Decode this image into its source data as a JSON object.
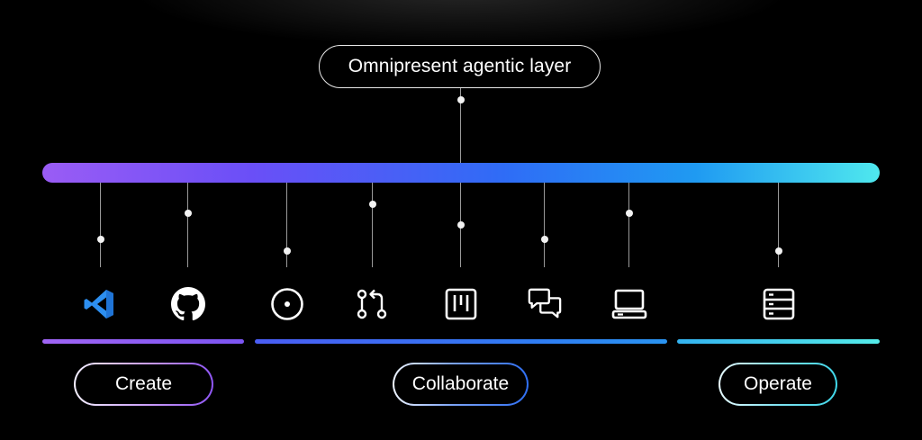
{
  "layer_label": "Omnipresent agentic layer",
  "icons": [
    {
      "name": "vscode-icon"
    },
    {
      "name": "github-icon"
    },
    {
      "name": "issue-icon"
    },
    {
      "name": "pull-request-icon"
    },
    {
      "name": "project-board-icon"
    },
    {
      "name": "discussions-icon"
    },
    {
      "name": "codespaces-icon"
    },
    {
      "name": "server-icon"
    }
  ],
  "groups": [
    {
      "label": "Create",
      "color_start": "#b978f7",
      "color_end": "#7a4ff2"
    },
    {
      "label": "Collaborate",
      "color_start": "#3a6bf5",
      "color_end": "#2e8bf2"
    },
    {
      "label": "Operate",
      "color_start": "#3fb8f0",
      "color_end": "#52ebe8"
    }
  ],
  "colors": {
    "bar_start": "#9a5cf5",
    "bar_mid": "#2f6cf6",
    "bar_end": "#4fe8ee",
    "vscode_blue": "#2d8ff0"
  }
}
